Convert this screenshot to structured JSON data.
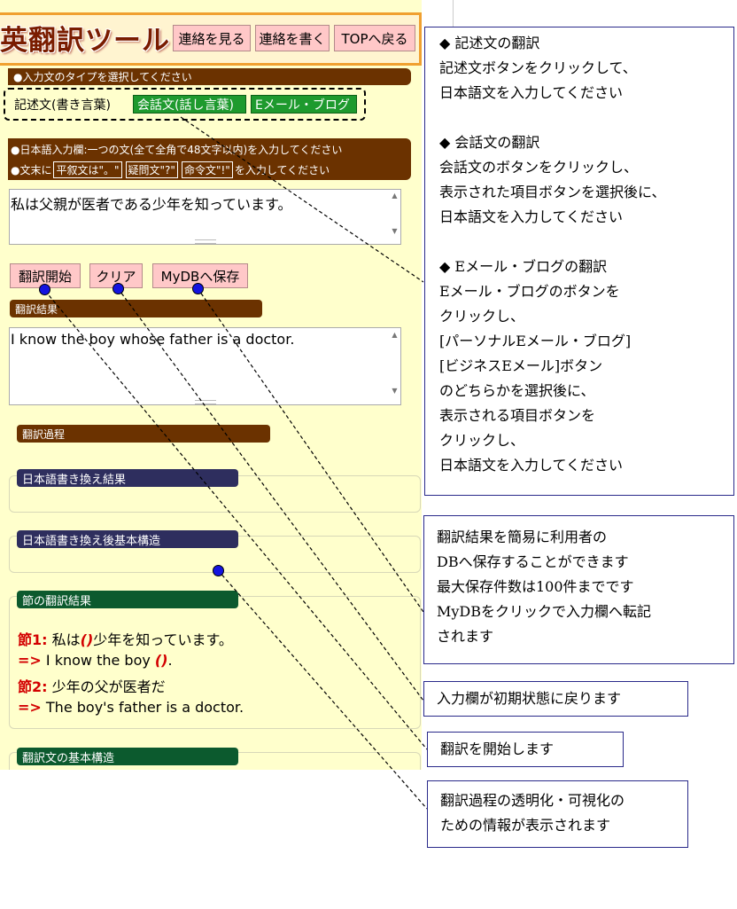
{
  "header": {
    "title": "英翻訳ツール",
    "nav": [
      "連絡を見る",
      "連絡を書く",
      "TOPへ戻る"
    ]
  },
  "input_type": {
    "prompt": "●入力文のタイプを選択してください",
    "options": [
      "記述文(書き言葉)",
      "会話文(話し言葉)",
      "Eメール・ブログ"
    ]
  },
  "input_instructions": {
    "line1": "●日本語入力欄:一つの文(全て全角で48文字以内)を入力してください",
    "line2_prefix": "●文末に",
    "chips": [
      "平叙文は\"。\"",
      "疑問文\"?\"",
      "命令文\"!\""
    ],
    "line2_suffix": "を入力してください"
  },
  "input_value": "私は父親が医者である少年を知っています。",
  "actions": [
    "翻訳開始",
    "クリア",
    "MyDBへ保存"
  ],
  "result": {
    "label": "翻訳結果",
    "value": "I know the boy whose father is a doctor."
  },
  "process": {
    "label": "翻訳過程",
    "sections": [
      "日本語書き換え結果",
      "日本語書き換え後基本構造",
      "節の翻訳結果",
      "翻訳文の基本構造"
    ]
  },
  "clauses": [
    {
      "label": "節1:",
      "text_before": " 私は",
      "blank": "()",
      "text_after": "少年を知っています。"
    },
    {
      "label": "=>",
      "text_before": " I know the boy ",
      "blank": "()",
      "text_after": "."
    },
    {
      "label": "節2:",
      "text_before": " 少年の父が医者だ",
      "blank": "",
      "text_after": ""
    },
    {
      "label": "=>",
      "text_before": " The boy's father is a doctor.",
      "blank": "",
      "text_after": ""
    }
  ],
  "callouts": {
    "type_help": {
      "lines": [
        "◆ 記述文の翻訳",
        "記述文ボタンをクリックして、",
        "日本語文を入力してください",
        "",
        "◆ 会話文の翻訳",
        "会話文のボタンをクリックし、",
        "表示された項目ボタンを選択後に、",
        "日本語文を入力してください",
        "",
        "◆ Eメール・ブログの翻訳",
        "Eメール・ブログのボタンを",
        "クリックし、",
        "[パーソナルEメール・ブログ]",
        "[ビジネスEメール]ボタン",
        "のどちらかを選択後に、",
        "表示される項目ボタンを",
        "クリックし、",
        "日本語文を入力してください"
      ]
    },
    "mydb_help": {
      "lines": [
        "翻訳結果を簡易に利用者の",
        "DBへ保存することができます",
        "最大保存件数は100件までです",
        "MyDBをクリックで入力欄へ転記",
        "されます"
      ]
    },
    "clear_help": "入力欄が初期状態に戻ります",
    "start_help": "翻訳を開始します",
    "process_help": {
      "lines": [
        "翻訳過程の透明化・可視化の",
        "ための情報が表示されます"
      ]
    }
  },
  "colors": {
    "panel_bg": "#ffffcc",
    "brown_bar": "#6b3200",
    "pink_button": "#ffc8c8",
    "green_button": "#1e9a2e",
    "navy_bar": "#2e2e5e",
    "dark_green_bar": "#0c5a2e",
    "callout_border": "#2a2a8a",
    "marker_dot": "#1414e0",
    "clause_red": "#d30000"
  }
}
